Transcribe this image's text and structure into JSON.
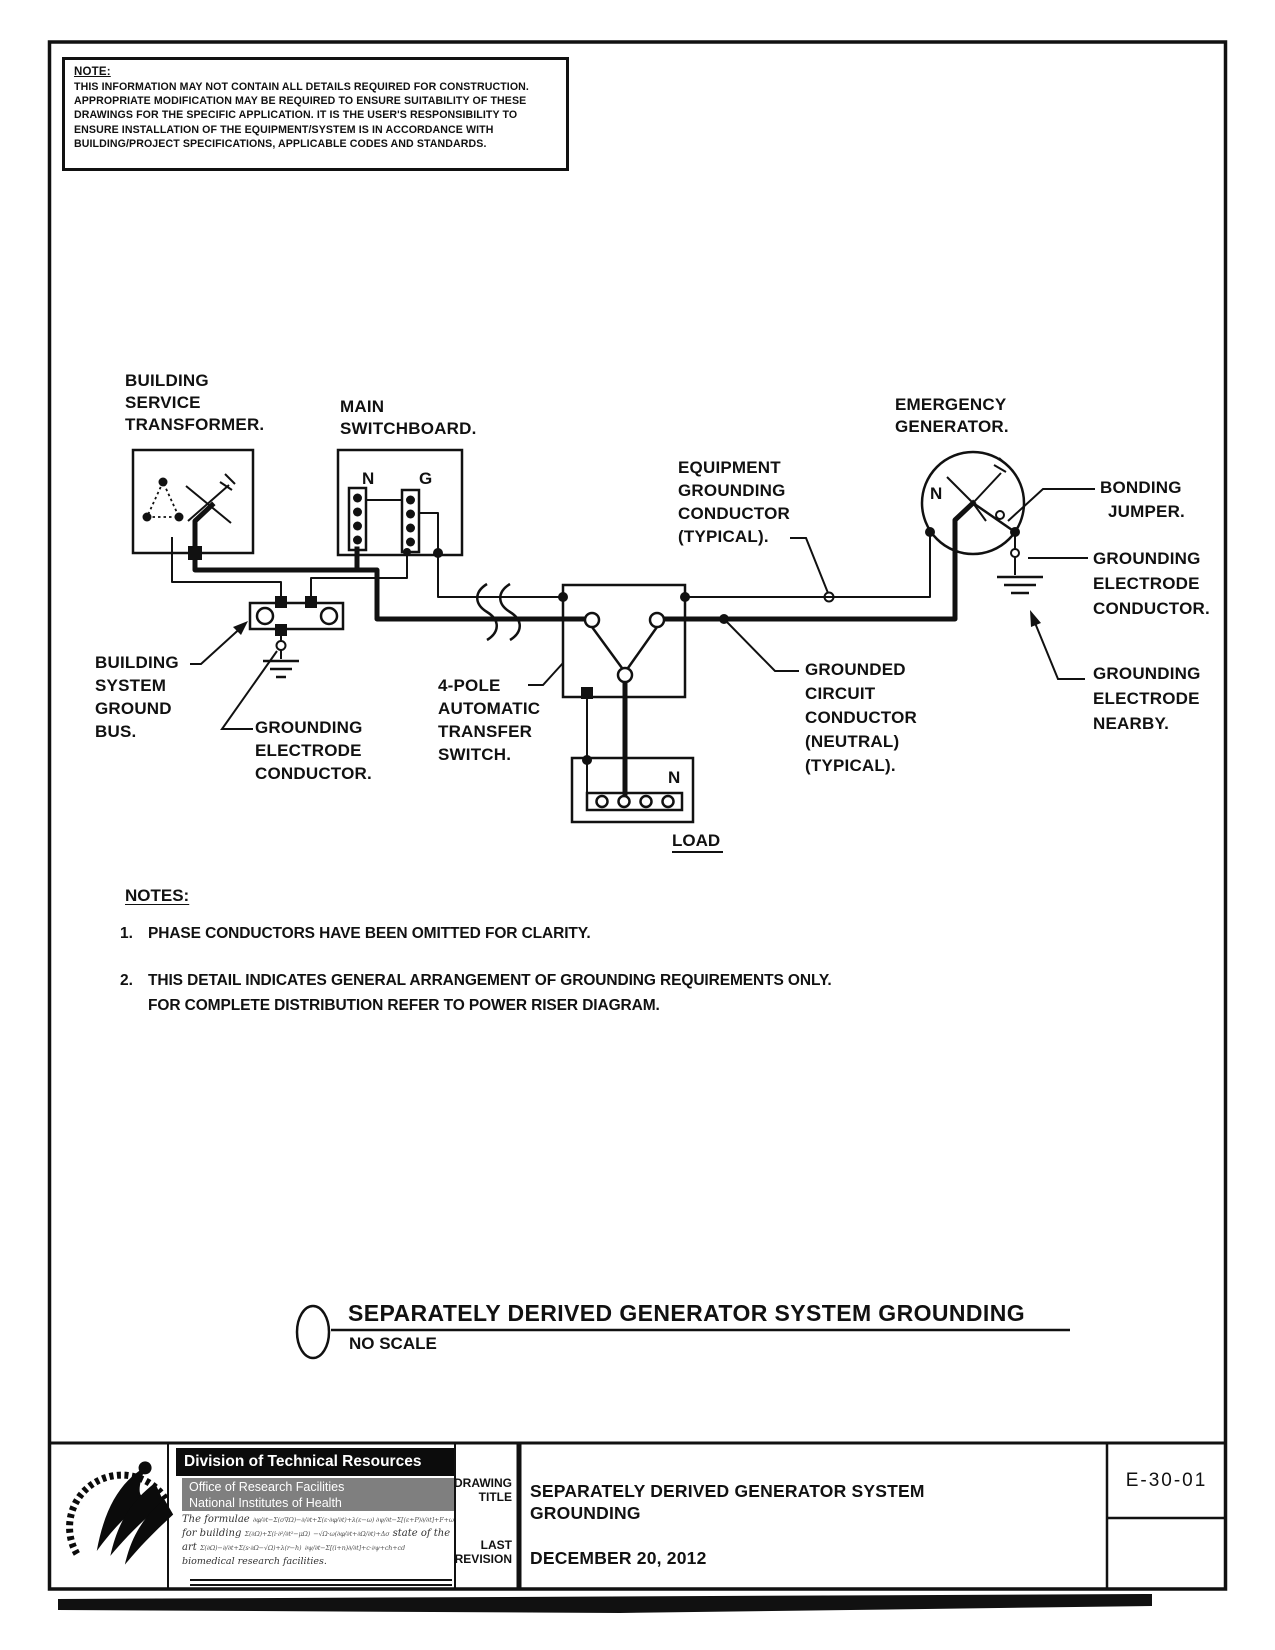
{
  "note_box": {
    "heading": "NOTE:",
    "lines": [
      "THIS INFORMATION MAY NOT CONTAIN ALL DETAILS REQUIRED FOR CONSTRUCTION.",
      "APPROPRIATE MODIFICATION MAY BE REQUIRED TO ENSURE SUITABILITY OF THESE",
      "DRAWINGS FOR THE SPECIFIC APPLICATION.  IT IS THE USER'S RESPONSIBILITY TO",
      "ENSURE INSTALLATION OF THE EQUIPMENT/SYSTEM IS IN ACCORDANCE WITH",
      "BUILDING/PROJECT SPECIFICATIONS, APPLICABLE CODES AND STANDARDS."
    ]
  },
  "diagram": {
    "transformer_label": [
      "BUILDING",
      "SERVICE",
      "TRANSFORMER."
    ],
    "switchboard_label": [
      "MAIN",
      "SWITCHBOARD."
    ],
    "generator_label": [
      "EMERGENCY",
      "GENERATOR."
    ],
    "equipment_grounding_label": [
      "EQUIPMENT",
      "GROUNDING",
      "CONDUCTOR",
      "(TYPICAL)."
    ],
    "bonding_jumper_label": [
      "BONDING",
      "JUMPER."
    ],
    "grounding_electrode_conductor_right_label": [
      "GROUNDING",
      "ELECTRODE",
      "CONDUCTOR."
    ],
    "grounding_electrode_nearby_label": [
      "GROUNDING",
      "ELECTRODE",
      "NEARBY."
    ],
    "grounded_circuit_label": [
      "GROUNDED",
      "CIRCUIT",
      "CONDUCTOR",
      "(NEUTRAL)",
      "(TYPICAL)."
    ],
    "ats_label": [
      "4-POLE",
      "AUTOMATIC",
      "TRANSFER",
      "SWITCH."
    ],
    "ground_bus_label": [
      "BUILDING",
      "SYSTEM",
      "GROUND",
      "BUS."
    ],
    "grounding_electrode_conductor_left_label": [
      "GROUNDING",
      "ELECTRODE",
      "CONDUCTOR."
    ],
    "load_label": "LOAD",
    "neutral_bus_letter": "N",
    "ground_bus_letter": "G",
    "generator_neutral_letter": "N",
    "load_neutral_letter": "N"
  },
  "notes": {
    "heading": "NOTES:",
    "item1_num": "1.",
    "item1_text": "PHASE CONDUCTORS HAVE BEEN OMITTED FOR CLARITY.",
    "item2_num": "2.",
    "item2_line1": "THIS DETAIL INDICATES GENERAL ARRANGEMENT OF GROUNDING REQUIREMENTS ONLY.",
    "item2_line2": "FOR COMPLETE DISTRIBUTION REFER TO POWER RISER DIAGRAM."
  },
  "detail_title": {
    "title": "SEPARATELY DERIVED GENERATOR SYSTEM GROUNDING",
    "scale": "NO SCALE"
  },
  "title_block": {
    "division": "Division of Technical Resources",
    "office": "Office of Research Facilities",
    "institutes": "National Institutes of Health",
    "tagline_word1": "The formulae",
    "tagline_math1": "∂φ/∂t−Σ(σ∇Ω)−∂/∂t+Σ(ε·∂φ/∂t)+λ(ε−ω)  ∂ψ/∂t−Σ[(ε+P)∂/∂t]+F+ω",
    "tagline_word2": "for building",
    "tagline_math2": "Σ(∂Ω)+Σ(i·∂²/∂t²−μΩ)",
    "tagline_math3": "−√Ω·ω(∂φ/∂t+∂Ω/∂t)+Δσ",
    "tagline_word3": "state of the art",
    "tagline_math4": "Σ(∂Ω)−∂/∂t+Σ(s·∂Ω−√Ω)+λ(r−h)",
    "tagline_math5": "∂ψ/∂t−Σ[(i+n)∂/∂t]+c·∂ψ+ch+cd",
    "tagline_word4": "biomedical research facilities.",
    "drawing_title_label_1": "DRAWING",
    "drawing_title_label_2": "TITLE",
    "last_revision_label_1": "LAST",
    "last_revision_label_2": "REVISION",
    "drawing_title_line1": "SEPARATELY DERIVED GENERATOR SYSTEM",
    "drawing_title_line2": "GROUNDING",
    "last_revision_value": "DECEMBER 20, 2012",
    "drawing_number": "E-30-01"
  },
  "colors": {
    "ink": "#111111",
    "header_bg": "#0c0c0c",
    "org_bar_bg": "#7f7f7f",
    "paper": "#ffffff"
  }
}
